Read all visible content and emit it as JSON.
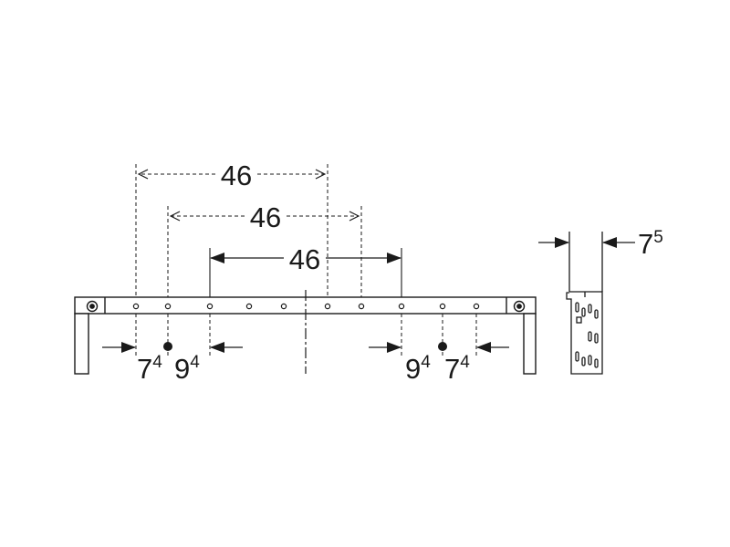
{
  "colors": {
    "line": "#1a1a1a",
    "background": "#ffffff"
  },
  "dimensions": {
    "outer_spacing": "46",
    "middle_spacing": "46",
    "inner_spacing": "46",
    "left_outer": {
      "main": "7",
      "sup": "4"
    },
    "left_inner": {
      "main": "9",
      "sup": "4"
    },
    "right_inner": {
      "main": "9",
      "sup": "4"
    },
    "right_outer": {
      "main": "7",
      "sup": "4"
    },
    "depth": {
      "main": "7",
      "sup": "5"
    }
  }
}
